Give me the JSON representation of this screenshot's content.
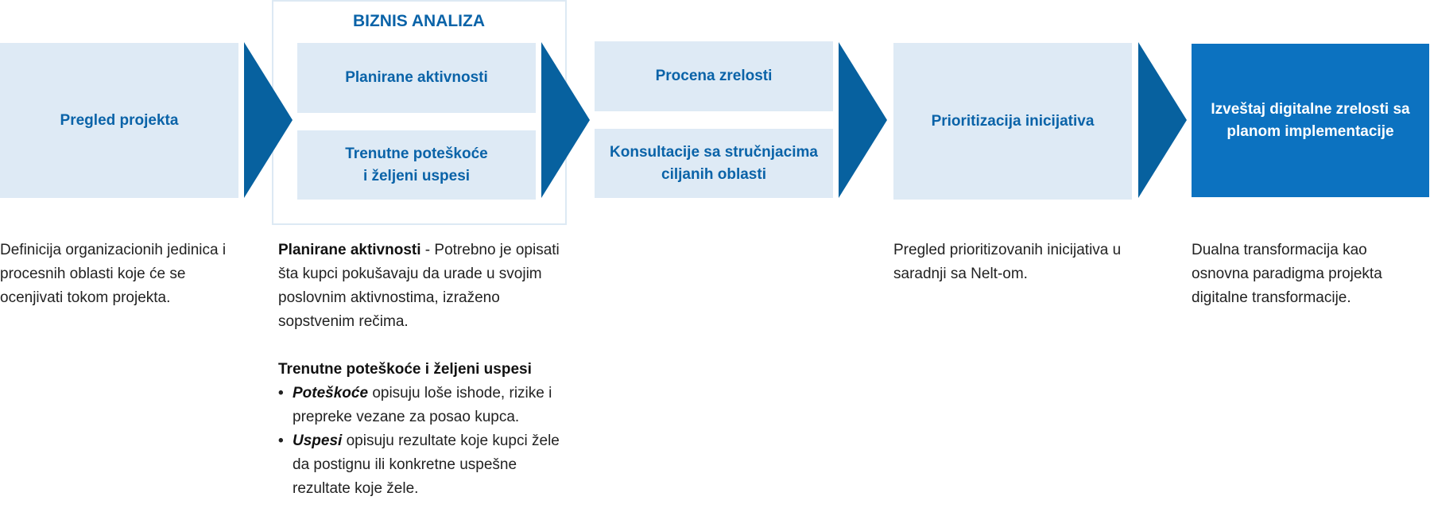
{
  "group": {
    "title": "BIZNIS ANALIZA"
  },
  "colors": {
    "accent": "#0a63a8",
    "box_light": "#deeaf5",
    "box_dark": "#0c72c0",
    "arrow": "#07619f"
  },
  "boxes": {
    "pregled": {
      "label": "Pregled projekta"
    },
    "planirane": {
      "label": "Planirane aktivnosti"
    },
    "trenutne": {
      "line1": "Trenutne poteškoće",
      "line2": "i željeni uspesi"
    },
    "procena": {
      "label": "Procena zrelosti"
    },
    "konsultacije": {
      "line1": "Konsultacije sa stručnjacima",
      "line2": "ciljanih oblasti"
    },
    "prioritizacija": {
      "label": "Prioritizacija inicijativa"
    },
    "izvestaj": {
      "line1": "Izveštaj digitalne zrelosti sa",
      "line2": "planom implementacije"
    }
  },
  "descriptions": {
    "pregled": {
      "text": "Definicija organizacionih jedinica i procesnih oblasti koje će se ocenjivati tokom projekta."
    },
    "biznis": {
      "planirane_title": "Planirane aktivnosti",
      "planirane_text": " - Potrebno je opisati šta kupci pokušavaju da urade u svojim poslovnim aktivnostima, izraženo sopstvenim rečima.",
      "trenutne_title": "Trenutne poteškoće i željeni uspesi",
      "bullets": [
        {
          "bold": "Poteškoće",
          "text": " opisuju loše ishode, rizike i prepreke vezane za posao kupca."
        },
        {
          "bold": "Uspesi",
          "text": " opisuju rezultate koje kupci žele da postignu ili konkretne uspešne rezultate koje žele."
        }
      ]
    },
    "prioritizacija": {
      "text": "Pregled prioritizovanih inicijativa u saradnji sa Nelt-om."
    },
    "izvestaj": {
      "text": "Dualna transformacija kao osnovna paradigma projekta digitalne transformacije."
    }
  }
}
